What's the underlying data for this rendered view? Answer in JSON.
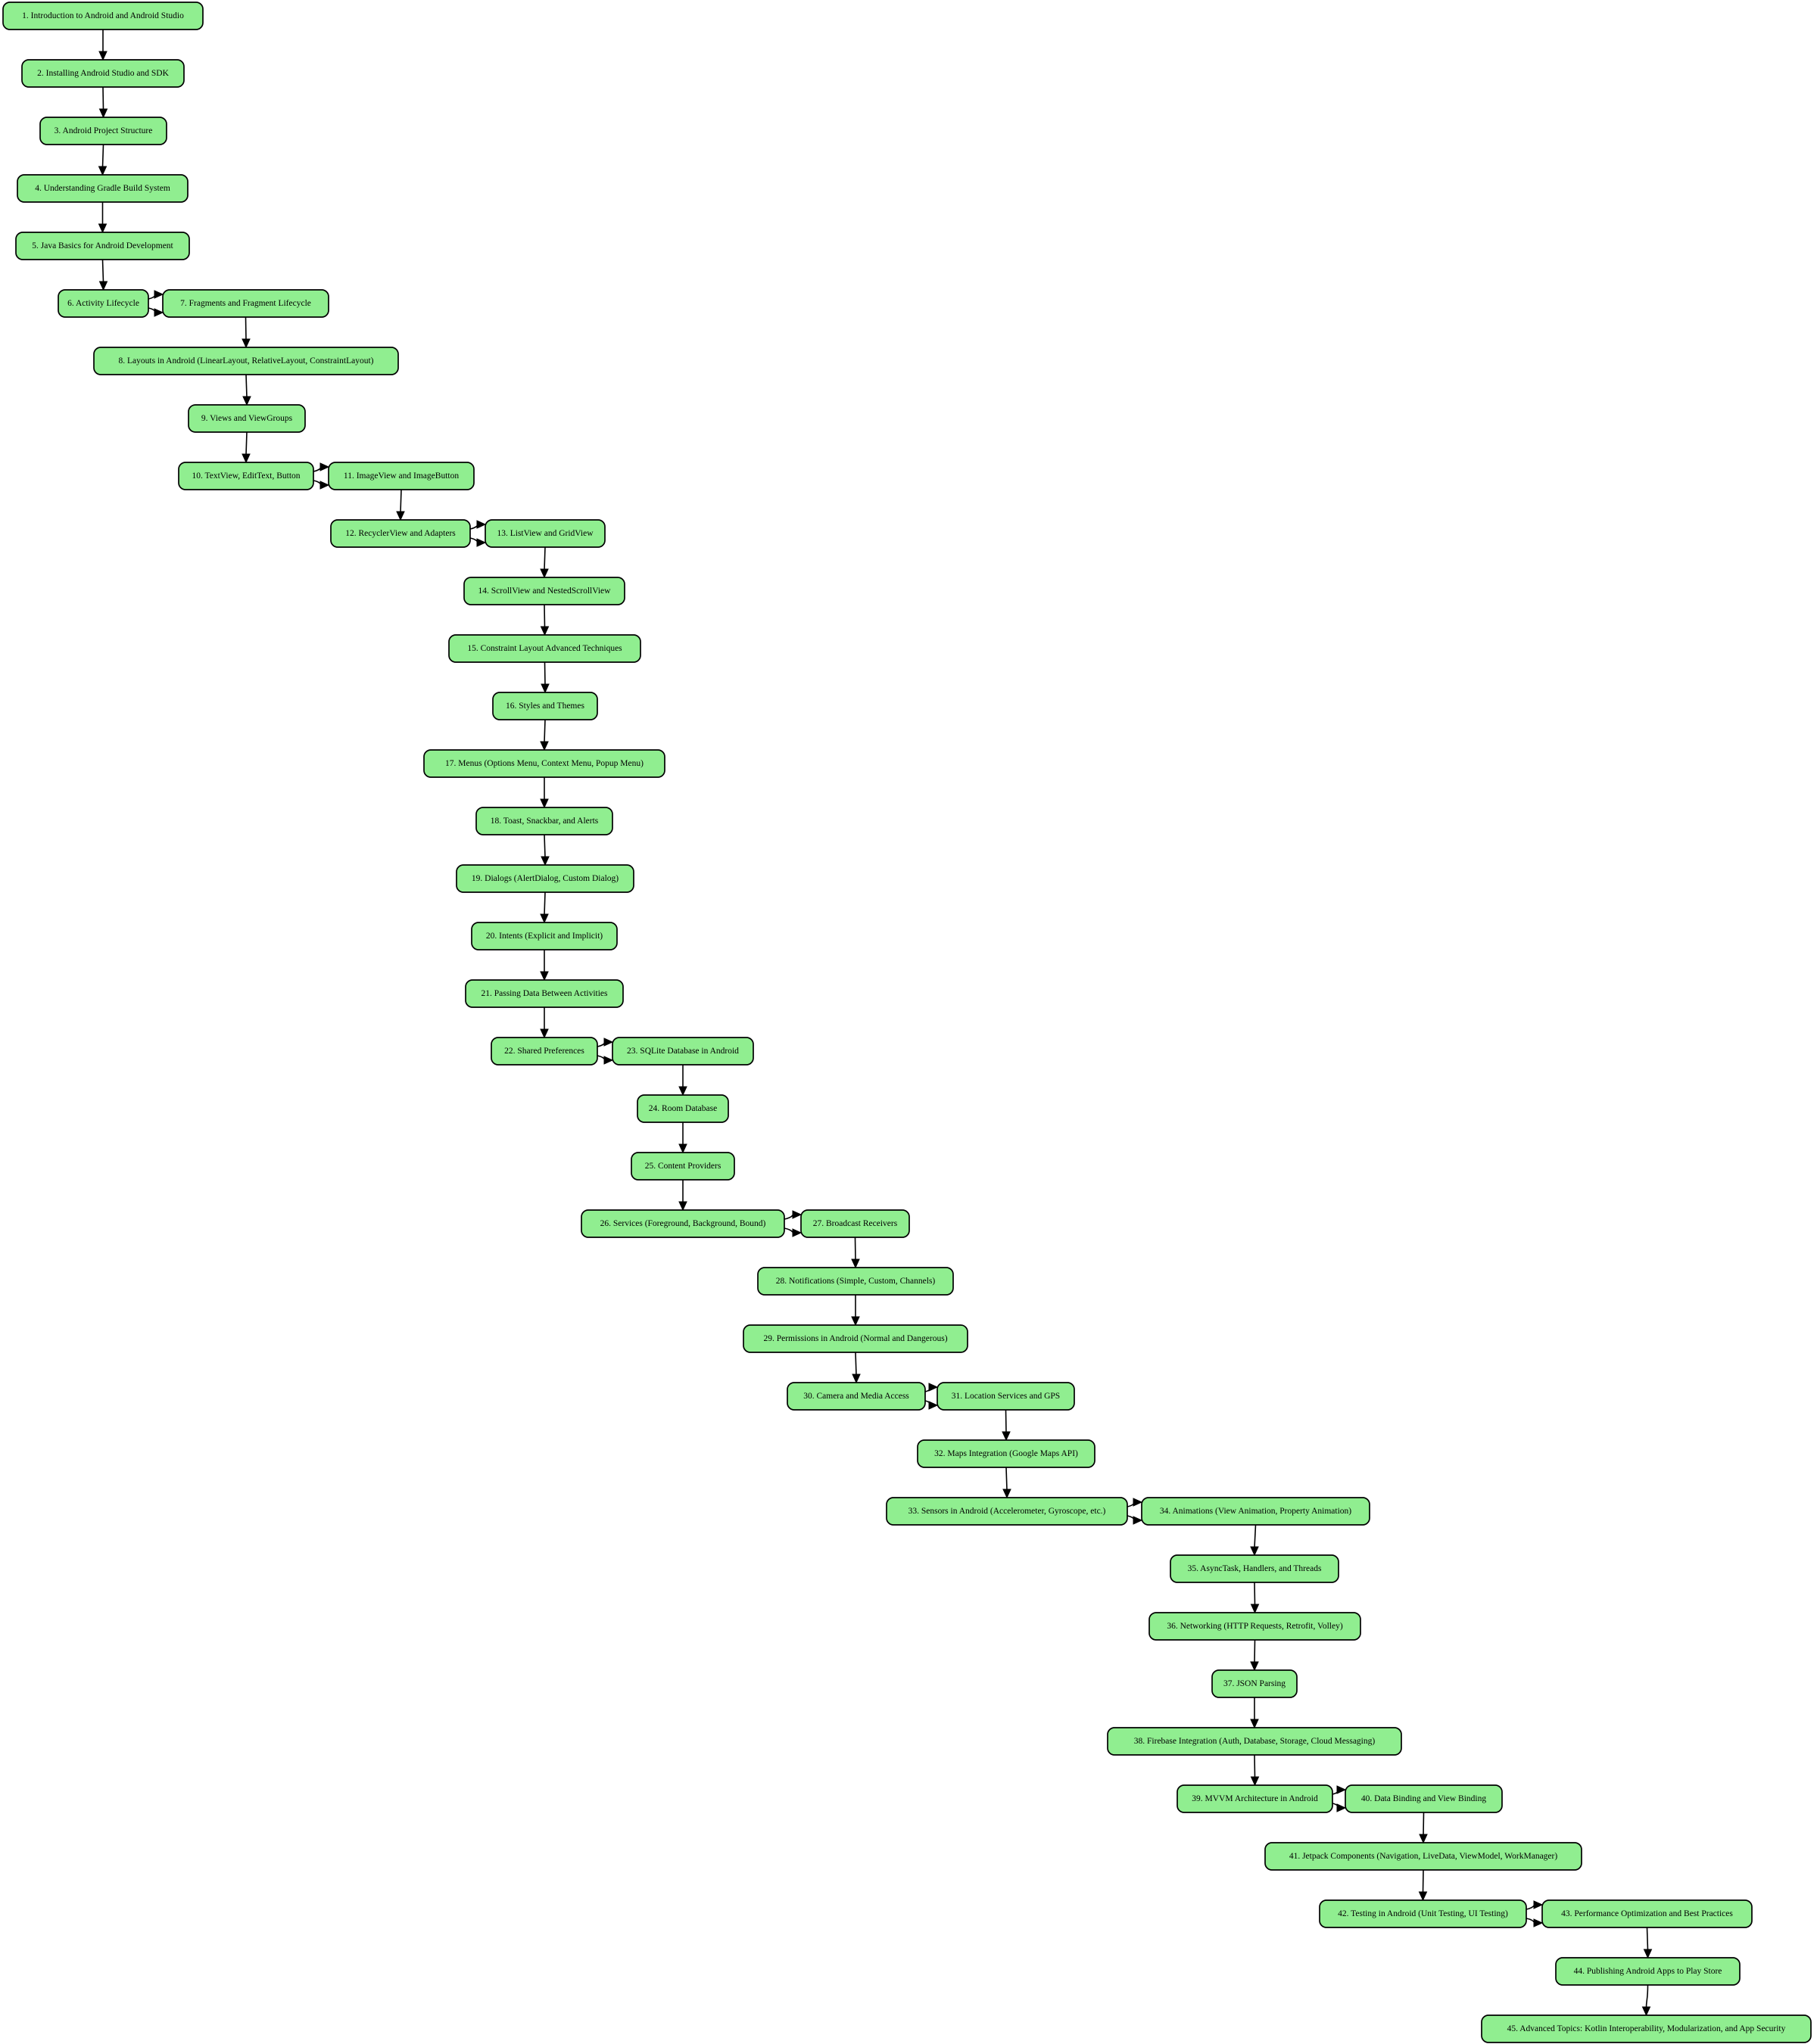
{
  "diagram": {
    "type": "flowchart",
    "node_fill": "#90ee90",
    "node_stroke": "#000000",
    "edge_color": "#000000",
    "nodes": [
      {
        "id": "n1",
        "label": "1. Introduction to Android and Android Studio"
      },
      {
        "id": "n2",
        "label": "2. Installing Android Studio and SDK"
      },
      {
        "id": "n3",
        "label": "3. Android Project Structure"
      },
      {
        "id": "n4",
        "label": "4. Understanding Gradle Build System"
      },
      {
        "id": "n5",
        "label": "5. Java Basics for Android Development"
      },
      {
        "id": "n6",
        "label": "6. Activity Lifecycle"
      },
      {
        "id": "n7",
        "label": "7. Fragments and Fragment Lifecycle"
      },
      {
        "id": "n8",
        "label": "8. Layouts in Android (LinearLayout, RelativeLayout, ConstraintLayout)"
      },
      {
        "id": "n9",
        "label": "9. Views and ViewGroups"
      },
      {
        "id": "n10",
        "label": "10. TextView, EditText, Button"
      },
      {
        "id": "n11",
        "label": "11. ImageView and ImageButton"
      },
      {
        "id": "n12",
        "label": "12. RecyclerView and Adapters"
      },
      {
        "id": "n13",
        "label": "13. ListView and GridView"
      },
      {
        "id": "n14",
        "label": "14. ScrollView and NestedScrollView"
      },
      {
        "id": "n15",
        "label": "15. Constraint Layout Advanced Techniques"
      },
      {
        "id": "n16",
        "label": "16. Styles and Themes"
      },
      {
        "id": "n17",
        "label": "17. Menus (Options Menu, Context Menu, Popup Menu)"
      },
      {
        "id": "n18",
        "label": "18. Toast, Snackbar, and Alerts"
      },
      {
        "id": "n19",
        "label": "19. Dialogs (AlertDialog, Custom Dialog)"
      },
      {
        "id": "n20",
        "label": "20. Intents (Explicit and Implicit)"
      },
      {
        "id": "n21",
        "label": "21. Passing Data Between Activities"
      },
      {
        "id": "n22",
        "label": "22. Shared Preferences"
      },
      {
        "id": "n23",
        "label": "23. SQLite Database in Android"
      },
      {
        "id": "n24",
        "label": "24. Room Database"
      },
      {
        "id": "n25",
        "label": "25. Content Providers"
      },
      {
        "id": "n26",
        "label": "26. Services (Foreground, Background, Bound)"
      },
      {
        "id": "n27",
        "label": "27. Broadcast Receivers"
      },
      {
        "id": "n28",
        "label": "28. Notifications (Simple, Custom, Channels)"
      },
      {
        "id": "n29",
        "label": "29. Permissions in Android (Normal and Dangerous)"
      },
      {
        "id": "n30",
        "label": "30. Camera and Media Access"
      },
      {
        "id": "n31",
        "label": "31. Location Services and GPS"
      },
      {
        "id": "n32",
        "label": "32. Maps Integration (Google Maps API)"
      },
      {
        "id": "n33",
        "label": "33. Sensors in Android (Accelerometer, Gyroscope, etc.)"
      },
      {
        "id": "n34",
        "label": "34. Animations (View Animation, Property Animation)"
      },
      {
        "id": "n35",
        "label": "35. AsyncTask, Handlers, and Threads"
      },
      {
        "id": "n36",
        "label": "36. Networking (HTTP Requests, Retrofit, Volley)"
      },
      {
        "id": "n37",
        "label": "37. JSON Parsing"
      },
      {
        "id": "n38",
        "label": "38. Firebase Integration (Auth, Database, Storage, Cloud Messaging)"
      },
      {
        "id": "n39",
        "label": "39. MVVM Architecture in Android"
      },
      {
        "id": "n40",
        "label": "40. Data Binding and View Binding"
      },
      {
        "id": "n41",
        "label": "41. Jetpack Components (Navigation, LiveData, ViewModel, WorkManager)"
      },
      {
        "id": "n42",
        "label": "42. Testing in Android (Unit Testing, UI Testing)"
      },
      {
        "id": "n43",
        "label": "43. Performance Optimization and Best Practices"
      },
      {
        "id": "n44",
        "label": "44. Publishing Android Apps to Play Store"
      },
      {
        "id": "n45",
        "label": "45. Advanced Topics: Kotlin Interoperability, Modularization, and App Security"
      }
    ]
  }
}
